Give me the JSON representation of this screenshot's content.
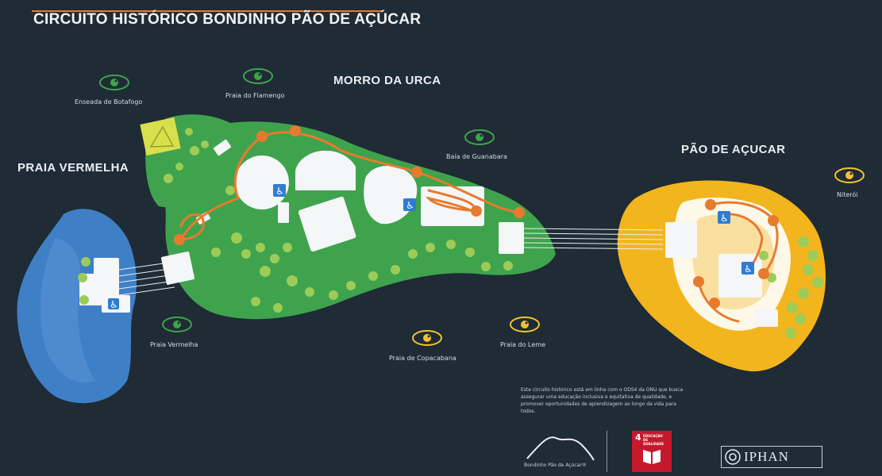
{
  "title": "CIRCUITO HISTÓRICO BONDINHO PÃO DE AÇÚCAR",
  "areas": {
    "praia_vermelha": "PRAIA VERMELHA",
    "morro_da_urca": "MORRO DA URCA",
    "pao_de_acucar": "PÃO DE AÇUCAR"
  },
  "viewpoints": [
    {
      "id": "enseada",
      "label": "Enseada de Botafogo",
      "color": "#3fa34d"
    },
    {
      "id": "flamengo",
      "label": "Praia do Flamengo",
      "color": "#3fa34d"
    },
    {
      "id": "guanabara",
      "label": "Baía de Guanabara",
      "color": "#3fa34d"
    },
    {
      "id": "praia-vermelha",
      "label": "Praia Vermelha",
      "color": "#3fa34d"
    },
    {
      "id": "copacabana",
      "label": "Praia de Copacabana",
      "color": "#f2c230"
    },
    {
      "id": "leme",
      "label": "Praia do Leme",
      "color": "#f2c230"
    },
    {
      "id": "niteroi",
      "label": "Niterói",
      "color": "#f2c230"
    }
  ],
  "note": "Este circuito histórico está em linha com o ODS4 da ONU que busca assegurar uma educação inclusiva e equitativa de qualidade, e promover oportunidades de aprendizagem ao longo da vida para todos.",
  "logos": {
    "bondinho": "Bondinho Pão de Açúcar®",
    "ods_number": "4",
    "ods_text": "EDUCAÇÃO DE QUALIDADE",
    "iphan": "IPHAN"
  },
  "colors": {
    "background": "#1f2b35",
    "praia_vermelha": "#3f7fc6",
    "morro_da_urca": "#3fa34d",
    "pao_de_acucar": "#f2b51d",
    "trail": "#e87a2e",
    "accessibility": "#2f7dd1"
  }
}
